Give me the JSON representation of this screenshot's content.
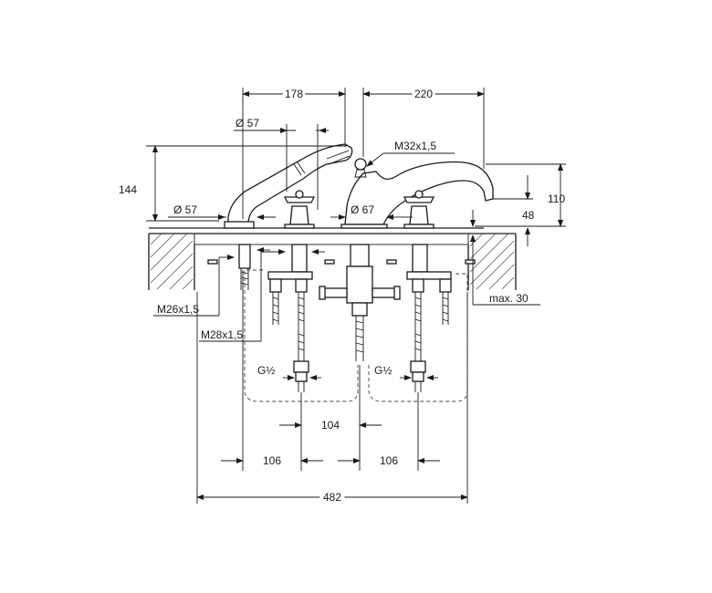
{
  "dimensions": {
    "top_left": "178",
    "top_right": "220",
    "dia_57_top": "Ø 57",
    "dia_57_left": "Ø 57",
    "dia_67": "Ø 67",
    "thread_m32": "M32x1,5",
    "height_144": "144",
    "height_110": "110",
    "height_48": "48",
    "thread_m26": "M26x1,5",
    "thread_m28": "M28x1,5",
    "max_30": "max. 30",
    "g_half_left": "G½",
    "g_half_right": "G½",
    "width_104": "104",
    "width_106_left": "106",
    "width_106_right": "106",
    "width_482": "482"
  }
}
